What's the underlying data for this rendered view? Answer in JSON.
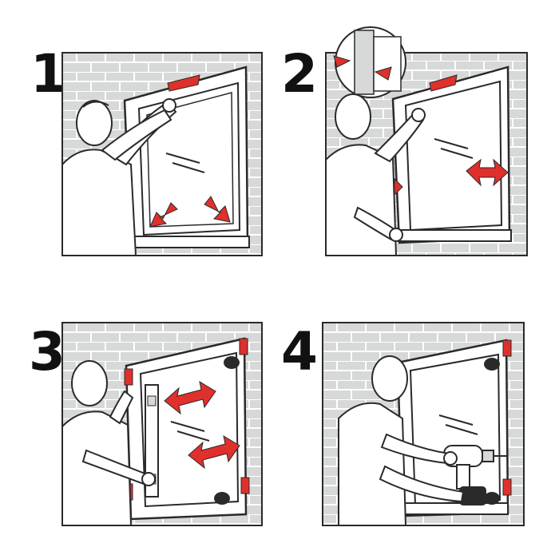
{
  "steps": [
    {
      "number": "1",
      "action": "position-frame"
    },
    {
      "number": "2",
      "action": "shim-and-align"
    },
    {
      "number": "3",
      "action": "level-and-wedge"
    },
    {
      "number": "4",
      "action": "drill-and-fix"
    }
  ],
  "colors": {
    "wall": "#d6d9d7",
    "brick_line": "#ffffff",
    "outline": "#2a2a2a",
    "arrow_red": "#e0302c",
    "frame": "#ffffff"
  },
  "icons": [
    "brick-wall",
    "window-frame",
    "red-arrow",
    "spirit-level",
    "wedge",
    "drill",
    "worker"
  ]
}
